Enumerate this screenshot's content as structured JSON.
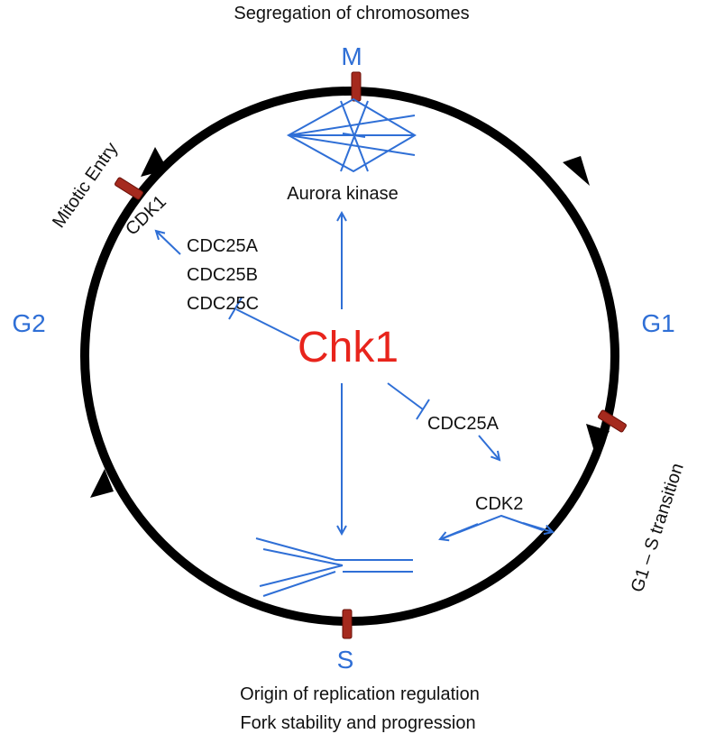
{
  "top_label": "Segregation of chromosomes",
  "bottom_label_1": "Origin of replication regulation",
  "bottom_label_2": "Fork stability and progression",
  "phases": {
    "m": "M",
    "g1": "G1",
    "s": "S",
    "g2": "G2"
  },
  "center": "Chk1",
  "aurora": "Aurora kinase",
  "cdk1": "CDK1",
  "cdc25_left": [
    "CDC25A",
    "CDC25B",
    "CDC25C"
  ],
  "cdc25_right": "CDC25A",
  "cdk2": "CDK2",
  "mitotic_entry": "Mitotic Entry",
  "g1s_transition": "G1 – S transition",
  "colors": {
    "phase": "#2f6fd6",
    "center": "#e8241c",
    "checkpoint": "#a52a1e"
  }
}
